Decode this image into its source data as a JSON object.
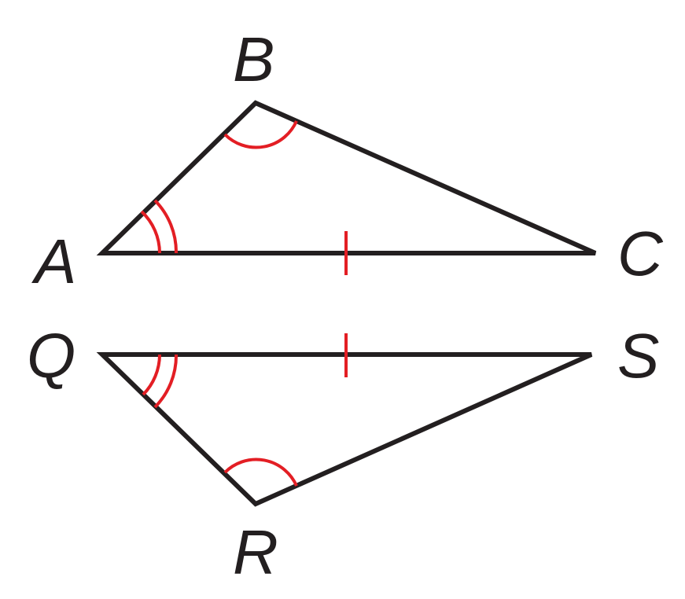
{
  "figure": {
    "triangles": [
      {
        "id": "ABC",
        "vertices": {
          "first": "A",
          "second": "B",
          "third": "C"
        }
      },
      {
        "id": "QRS",
        "vertices": {
          "first": "Q",
          "second": "R",
          "third": "S"
        }
      }
    ],
    "congruence_marks": {
      "double_arc": [
        "A",
        "Q"
      ],
      "single_arc": [
        "B",
        "R"
      ],
      "tick_mark": [
        "AC",
        "QS"
      ]
    },
    "colors": {
      "sides": "#231f20",
      "marks": "#e31e24",
      "labels": "#231f20"
    }
  }
}
